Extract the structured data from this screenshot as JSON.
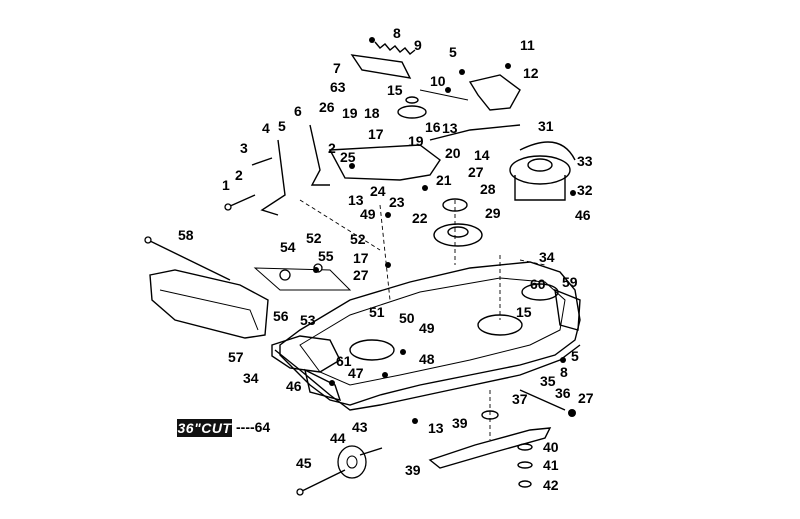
{
  "diagram": {
    "badge_text": "36\"CUT",
    "badge_ref": "----64",
    "callouts": [
      "8",
      "9",
      "5",
      "11",
      "7",
      "12",
      "63",
      "10",
      "6",
      "26",
      "19",
      "18",
      "15",
      "4",
      "5",
      "2",
      "17",
      "16",
      "13",
      "19",
      "31",
      "3",
      "25",
      "20",
      "14",
      "33",
      "1",
      "2",
      "27",
      "28",
      "21",
      "32",
      "24",
      "13",
      "23",
      "49",
      "22",
      "29",
      "46",
      "58",
      "52",
      "54",
      "55",
      "17",
      "52",
      "34",
      "27",
      "59",
      "60",
      "56",
      "15",
      "53",
      "51",
      "50",
      "49",
      "57",
      "34",
      "61",
      "47",
      "48",
      "5",
      "8",
      "46",
      "35",
      "36",
      "27",
      "37",
      "39",
      "13",
      "43",
      "44",
      "45",
      "39",
      "40",
      "41",
      "42"
    ]
  }
}
